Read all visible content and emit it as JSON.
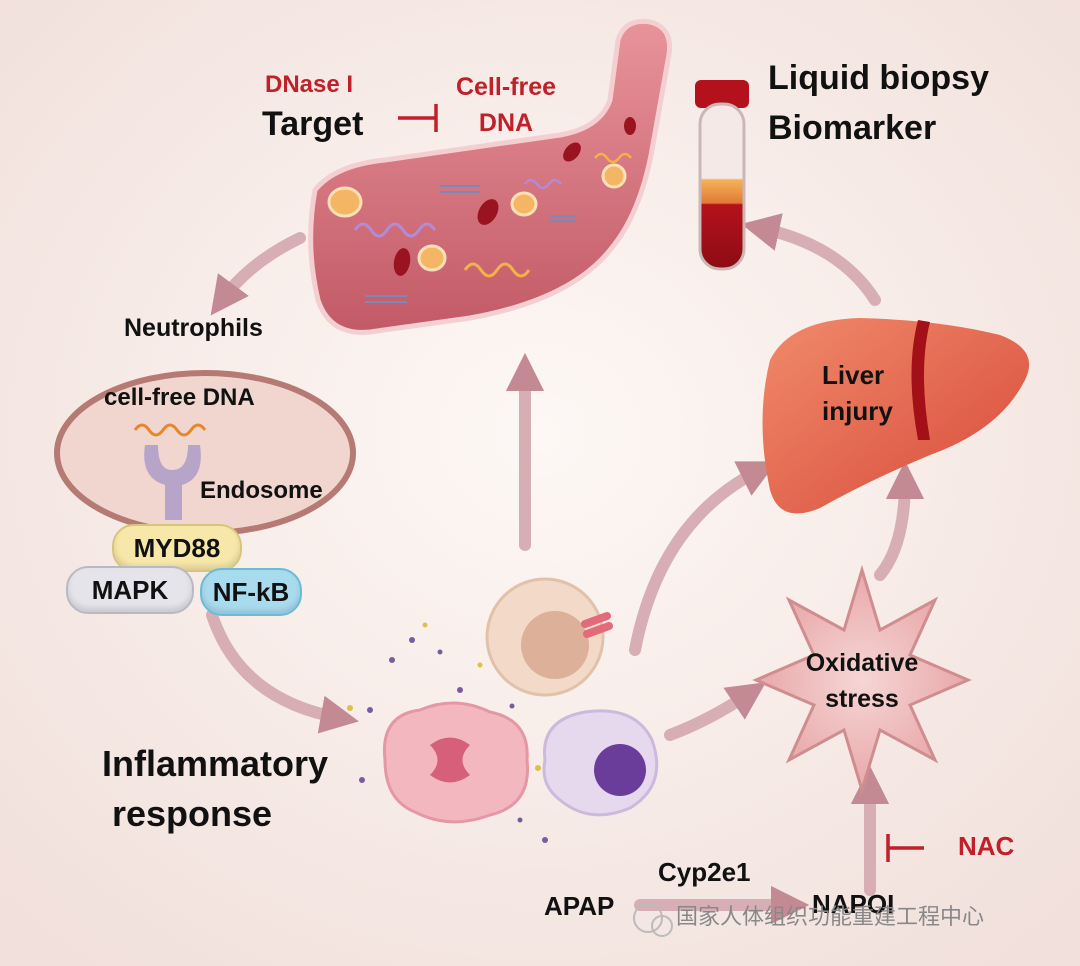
{
  "target": {
    "dnase": "DNase I",
    "target": "Target",
    "cfdna_line1": "Cell-free",
    "cfdna_line2": "DNA"
  },
  "biopsy": {
    "line1": "Liquid biopsy",
    "line2": "Biomarker"
  },
  "neutrophils": {
    "title": "Neutrophils",
    "cfdna": "cell-free DNA",
    "endosome": "Endosome",
    "myd88": "MYD88",
    "mapk": "MAPK",
    "nfkb": "NF-kB"
  },
  "liver": {
    "line1": "Liver",
    "line2": "injury"
  },
  "stress": {
    "line1": "Oxidative",
    "line2": "stress"
  },
  "inflammation": {
    "line1": "Inflammatory",
    "line2": "response"
  },
  "pathway": {
    "apap": "APAP",
    "enzyme": "Cyp2e1",
    "napqi": "NAPQI",
    "nac": "NAC"
  },
  "watermark": "国家人体组织功能重建工程中心",
  "colors": {
    "background": "#f7ece8",
    "arrow": "#c48a93",
    "vessel": "#d4737e",
    "liver": "#e26a52",
    "inhibitor": "#c0202a"
  }
}
